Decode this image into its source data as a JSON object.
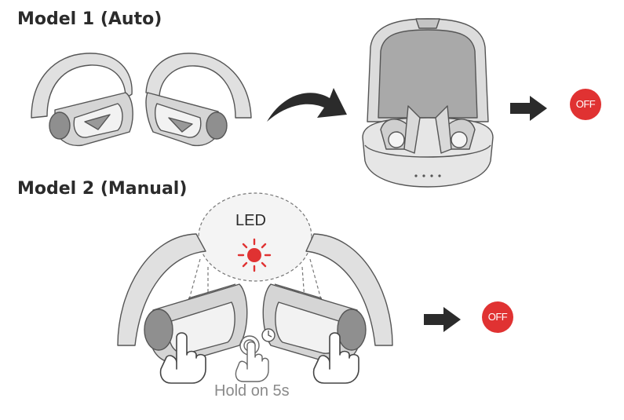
{
  "model1": {
    "title": "Model 1 (Auto)",
    "off_label": "OFF"
  },
  "model2": {
    "title": "Model 2 (Manual)",
    "led_label": "LED",
    "off_label": "OFF",
    "hold_label": "Hold on 5s"
  },
  "colors": {
    "accent_red": "#e03232",
    "line": "#555555",
    "fill_light": "#e6e6e6",
    "fill_mid": "#cfcfcf",
    "fill_dark": "#8f8f8f",
    "arrow": "#2b2b2b"
  }
}
